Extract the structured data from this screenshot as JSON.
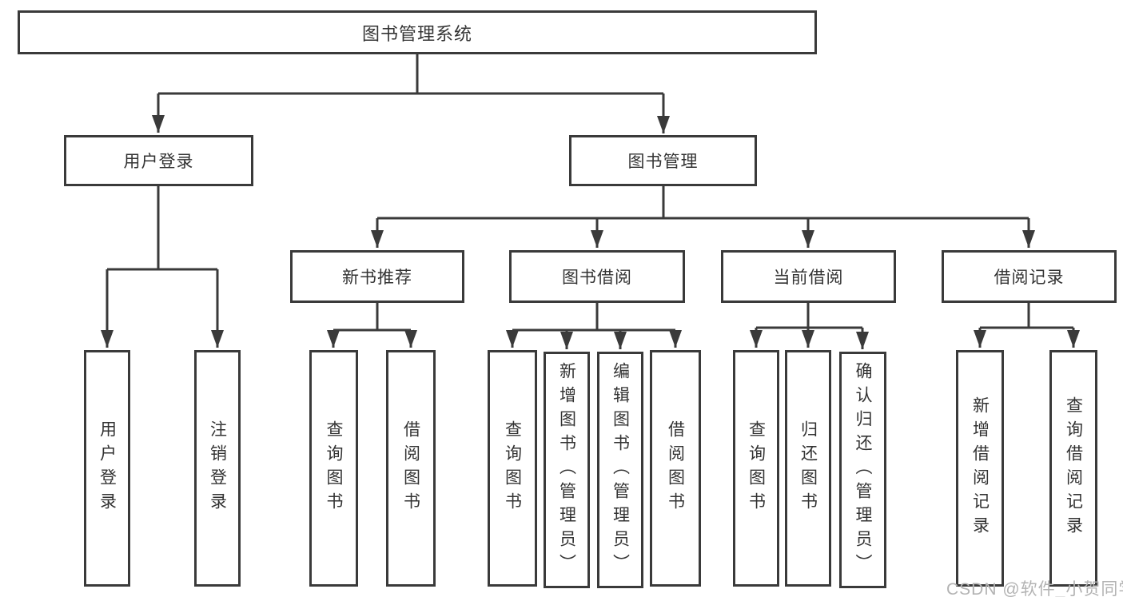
{
  "diagram": {
    "root": {
      "label": "图书管理系统"
    },
    "user_login": {
      "label": "用户登录",
      "children": [
        {
          "label": "用户登录"
        },
        {
          "label": "注销登录"
        }
      ]
    },
    "book_management": {
      "label": "图书管理",
      "sections": [
        {
          "label": "新书推荐",
          "children": [
            {
              "label": "查询图书"
            },
            {
              "label": "借阅图书"
            }
          ]
        },
        {
          "label": "图书借阅",
          "children": [
            {
              "label": "查询图书"
            },
            {
              "label": "新增图书（管理员）"
            },
            {
              "label": "编辑图书（管理员）"
            },
            {
              "label": "借阅图书"
            }
          ]
        },
        {
          "label": "当前借阅",
          "children": [
            {
              "label": "查询图书"
            },
            {
              "label": "归还图书"
            },
            {
              "label": "确认归还（管理员）"
            }
          ]
        },
        {
          "label": "借阅记录",
          "children": [
            {
              "label": "新增借阅记录"
            },
            {
              "label": "查询借阅记录"
            }
          ]
        }
      ]
    },
    "watermark": "CSDN @软件_小贺同学",
    "colors": {
      "line": "#3a3a3a",
      "text": "#333333",
      "watermark": "#b3b3b3",
      "background": "#ffffff"
    }
  }
}
